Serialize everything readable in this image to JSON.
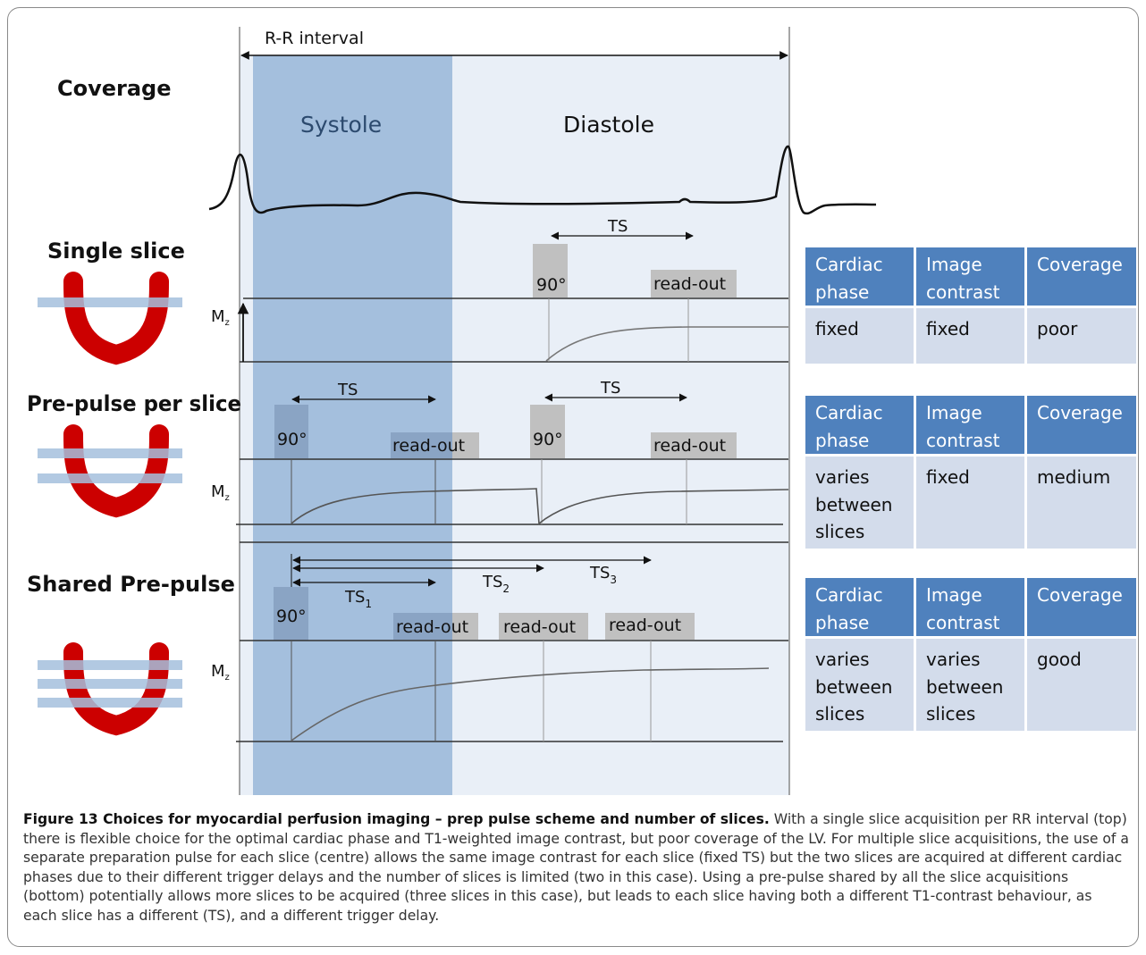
{
  "diagram": {
    "rr_interval": "R-R interval",
    "systole": "Systole",
    "diastole": "Diastole",
    "rows": [
      {
        "title": "Coverage"
      },
      {
        "title": "Single slice",
        "mz": "M",
        "mz_sub": "z",
        "pulses": [
          {
            "label": "90°",
            "ts": "TS",
            "readout": "read-out"
          }
        ]
      },
      {
        "title": "Pre-pulse per slice",
        "mz": "M",
        "mz_sub": "z",
        "pulses": [
          {
            "label": "90°",
            "ts": "TS",
            "readout": "read-out"
          },
          {
            "label": "90°",
            "ts": "TS",
            "readout": "read-out"
          }
        ]
      },
      {
        "title": "Shared Pre-pulse",
        "mz": "M",
        "mz_sub": "z",
        "pulse": "90°",
        "ts_labels": [
          {
            "main": "TS",
            "sub": "1"
          },
          {
            "main": "TS",
            "sub": "2"
          },
          {
            "main": "TS",
            "sub": "3"
          }
        ],
        "readouts": [
          "read-out",
          "read-out",
          "read-out"
        ]
      }
    ],
    "colors": {
      "systole_band": "#a4bfdd",
      "diastole_band": "#e9eff7",
      "table_header": "#4f81bd",
      "table_body": "#d3dceb",
      "heart": "#cc0000",
      "slice_band": "#a4bfdd",
      "gray_block": "#c0c0c0"
    }
  },
  "tables": [
    {
      "headers": [
        "Cardiac phase",
        "Image contrast",
        "Coverage"
      ],
      "cells": [
        "fixed",
        "fixed",
        "poor"
      ]
    },
    {
      "headers": [
        "Cardiac phase",
        "Image contrast",
        "Coverage"
      ],
      "cells": [
        "varies between slices",
        "fixed",
        "medium"
      ]
    },
    {
      "headers": [
        "Cardiac phase",
        "Image contrast",
        "Coverage"
      ],
      "cells": [
        "varies between slices",
        "varies between slices",
        "good"
      ]
    }
  ],
  "caption": {
    "bold": "Figure 13 Choices for myocardial perfusion imaging – prep pulse scheme and number of slices.",
    "text": " With a single slice acquisition per RR interval (top) there is flexible choice for the optimal cardiac phase and T1-weighted image contrast, but poor coverage of the LV. For multiple slice acquisitions, the use of a separate preparation pulse for each slice (centre) allows the same image contrast for each slice (fixed TS) but the two slices are acquired at different cardiac phases due to their different trigger delays and the number of slices is limited (two in this case). Using a pre-pulse shared by all the slice acquisitions (bottom) potentially allows more slices to be acquired (three slices in this case), but leads to each slice having both a different T1-contrast behaviour, as each slice has a different (TS), and a different trigger delay."
  }
}
